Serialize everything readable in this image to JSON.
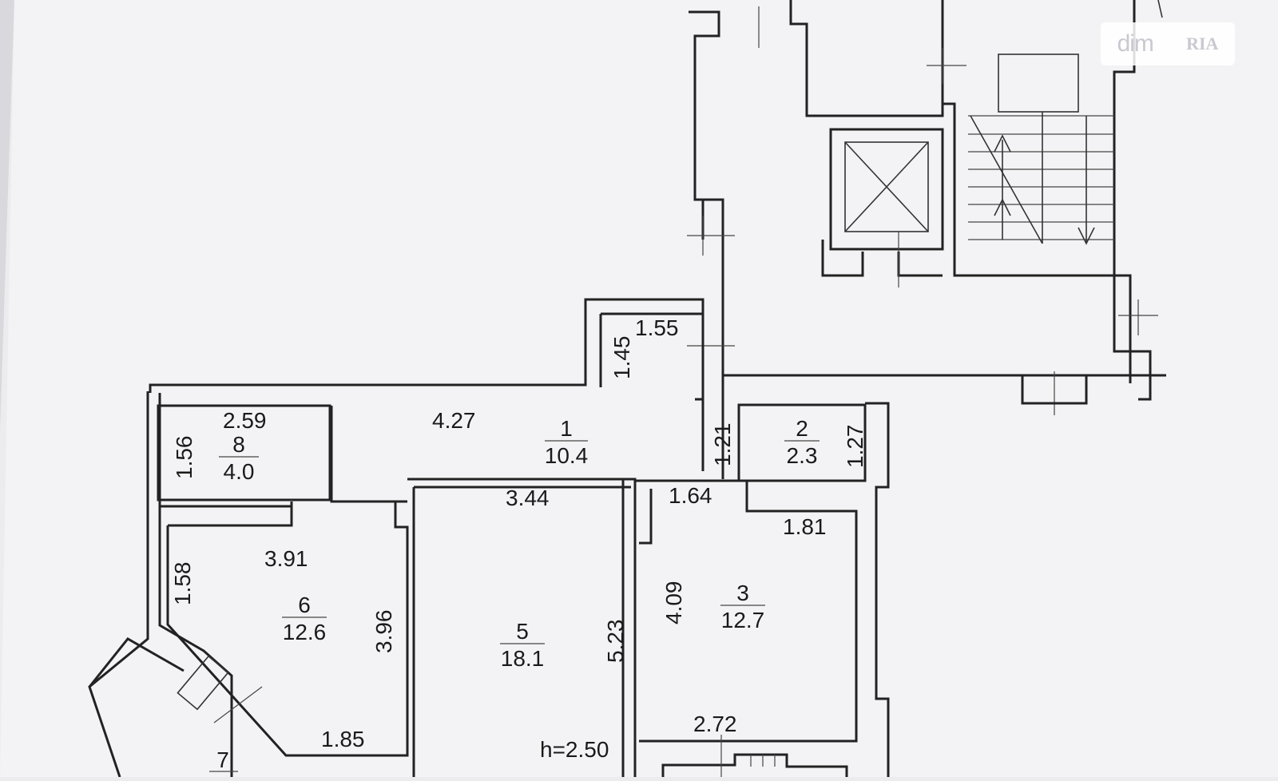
{
  "watermark": {
    "dim": "dim",
    "ria": "RIA"
  },
  "height_label": "h=2.50",
  "rooms": [
    {
      "number": "1",
      "area": "10.4"
    },
    {
      "number": "2",
      "area": "2.3"
    },
    {
      "number": "3",
      "area": "12.7"
    },
    {
      "number": "5",
      "area": "18.1"
    },
    {
      "number": "6",
      "area": "12.6"
    },
    {
      "number": "7",
      "area": ""
    },
    {
      "number": "8",
      "area": "4.0"
    }
  ],
  "dimensions": {
    "corr_top_width": "1.55",
    "corr_top_height": "1.45",
    "room1_length": "4.27",
    "room8_width": "2.59",
    "room8_height": "1.56",
    "room2_left": "1.21",
    "room2_right": "1.27",
    "room5_width": "3.44",
    "room5_height": "5.23",
    "room3_top_left": "1.64",
    "room3_top_right": "1.81",
    "room3_height": "4.09",
    "room3_bottom": "2.72",
    "room6_width": "3.91",
    "room6_left": "1.58",
    "room6_right": "3.96",
    "room6_bottom": "1.85"
  }
}
